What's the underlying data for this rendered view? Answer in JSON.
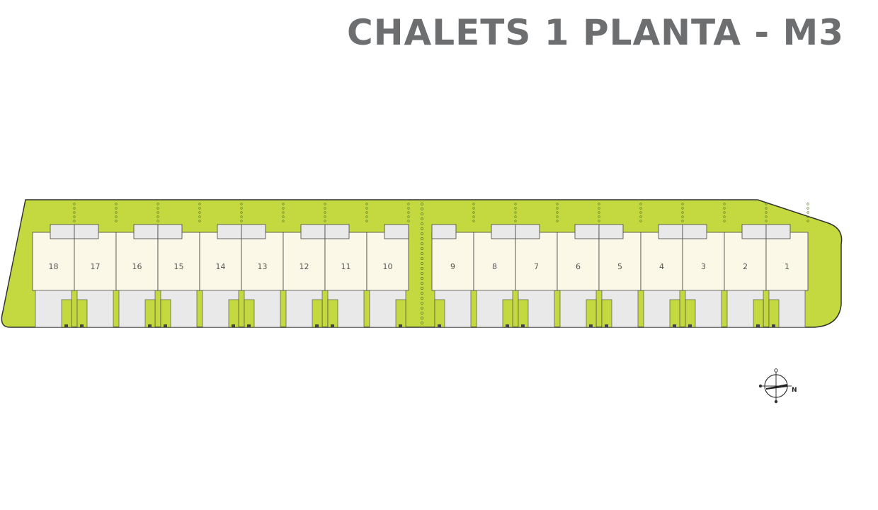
{
  "title": "CHALETS 1 PLANTA - M3",
  "colors": {
    "garden": "#c3d93f",
    "garden_stroke": "#333333",
    "house_fill": "#fbf8e7",
    "patio_fill": "#e9e9e9",
    "title": "#6d6e70"
  },
  "lots": [
    {
      "label": "18"
    },
    {
      "label": "17"
    },
    {
      "label": "16"
    },
    {
      "label": "15"
    },
    {
      "label": "14"
    },
    {
      "label": "13"
    },
    {
      "label": "12"
    },
    {
      "label": "11"
    },
    {
      "label": "10"
    },
    {
      "label": "9"
    },
    {
      "label": "8"
    },
    {
      "label": "7"
    },
    {
      "label": "6"
    },
    {
      "label": "5"
    },
    {
      "label": "4"
    },
    {
      "label": "3"
    },
    {
      "label": "2"
    },
    {
      "label": "1"
    }
  ],
  "compass": {
    "north_label": "N",
    "icon": "compass-icon"
  }
}
